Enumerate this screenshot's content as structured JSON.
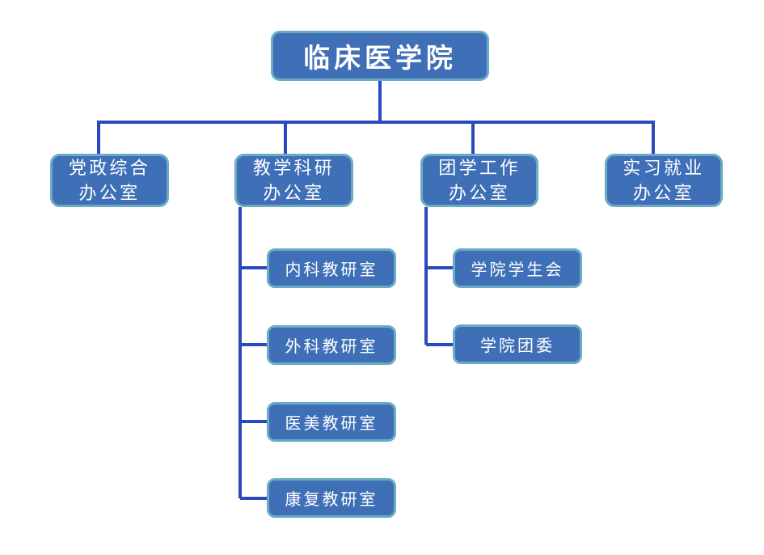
{
  "org": {
    "root": {
      "label": "临床医学院"
    },
    "branches": [
      {
        "label": "党政综合\n办公室",
        "children": []
      },
      {
        "label": "教学科研\n办公室",
        "children": [
          "内科教研室",
          "外科教研室",
          "医美教研室",
          "康复教研室"
        ]
      },
      {
        "label": "团学工作\n办公室",
        "children": [
          "学院学生会",
          "学院团委"
        ]
      },
      {
        "label": "实习就业\n办公室",
        "children": []
      }
    ]
  },
  "colors": {
    "background": "#FFFFFF",
    "box_fill": "#3E6FB7",
    "box_border": "#69ACC3",
    "box_text": "#FFFFFF",
    "connector": "#2B48BE"
  }
}
